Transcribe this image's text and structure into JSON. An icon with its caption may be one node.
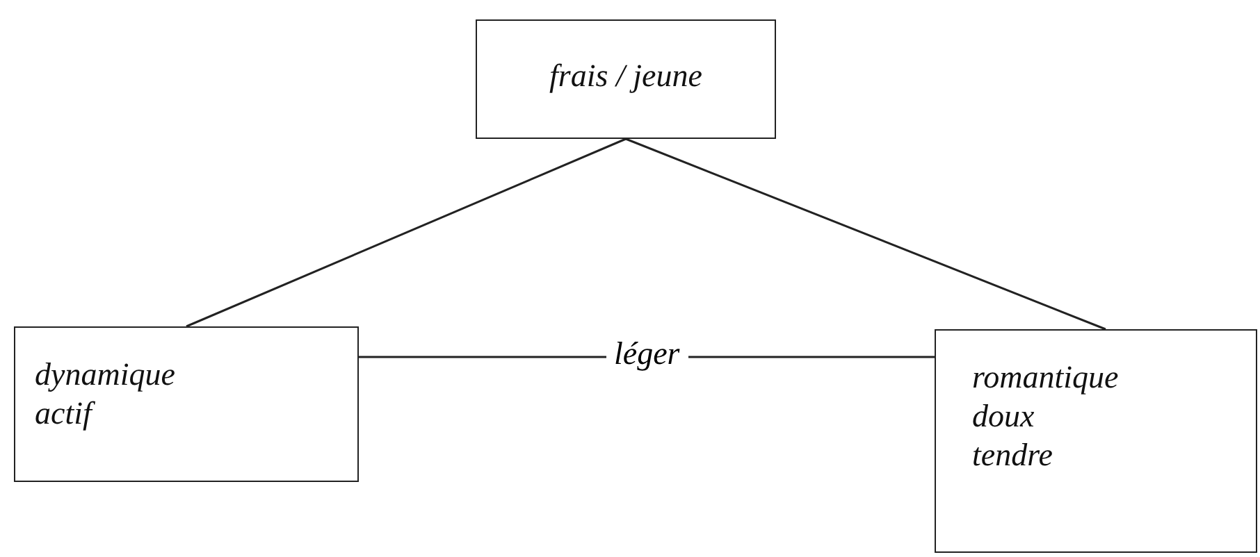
{
  "diagram": {
    "nodes": [
      {
        "text": [
          "frais / jeune"
        ]
      },
      {
        "text": [
          "dynamique",
          "actif"
        ]
      },
      {
        "text": [
          "romantique",
          "doux",
          "tendre"
        ]
      }
    ],
    "edges": [
      {
        "from": 0,
        "to": 1,
        "arrow": "none"
      },
      {
        "from": 0,
        "to": 2,
        "arrow": "none"
      },
      {
        "from": 1,
        "to": 2,
        "arrow": "none",
        "label": "léger"
      }
    ]
  }
}
